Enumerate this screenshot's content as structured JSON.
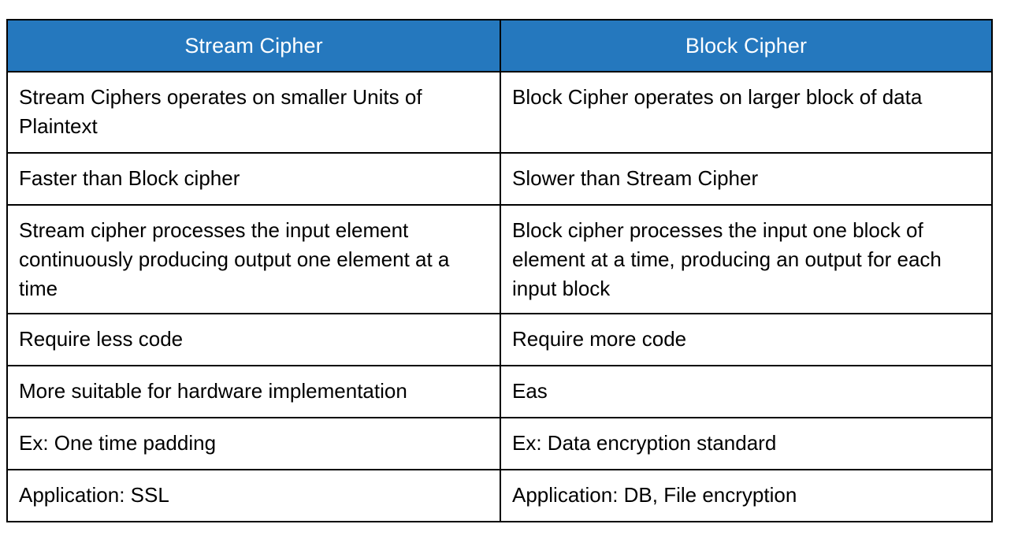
{
  "table": {
    "name": "stream-cipher-vs-block-cipher-comparison",
    "accent_color": "#2578be",
    "header_text_color": "#ffffff",
    "body_text_color": "#000000",
    "border_color": "#000000",
    "columns": [
      {
        "key": "stream",
        "label": "Stream Cipher"
      },
      {
        "key": "block",
        "label": "Block Cipher"
      }
    ],
    "rows": [
      {
        "stream": "Stream Ciphers operates on smaller Units of Plaintext",
        "block": "Block Cipher operates on larger block of data"
      },
      {
        "stream": "Faster than Block cipher",
        "block": "Slower than Stream Cipher"
      },
      {
        "stream": "Stream cipher processes the input element continuously producing output one element at a time",
        "block": "Block cipher processes the input one block of element at a time, producing an output for each input block"
      },
      {
        "stream": "Require less code",
        "block": "Require more code"
      },
      {
        "stream": "More suitable for hardware implementation",
        "block": "Eas"
      },
      {
        "stream": "Ex: One time padding",
        "block": "Ex: Data encryption standard"
      },
      {
        "stream": "Application: SSL",
        "block": "Application: DB, File encryption"
      }
    ]
  }
}
